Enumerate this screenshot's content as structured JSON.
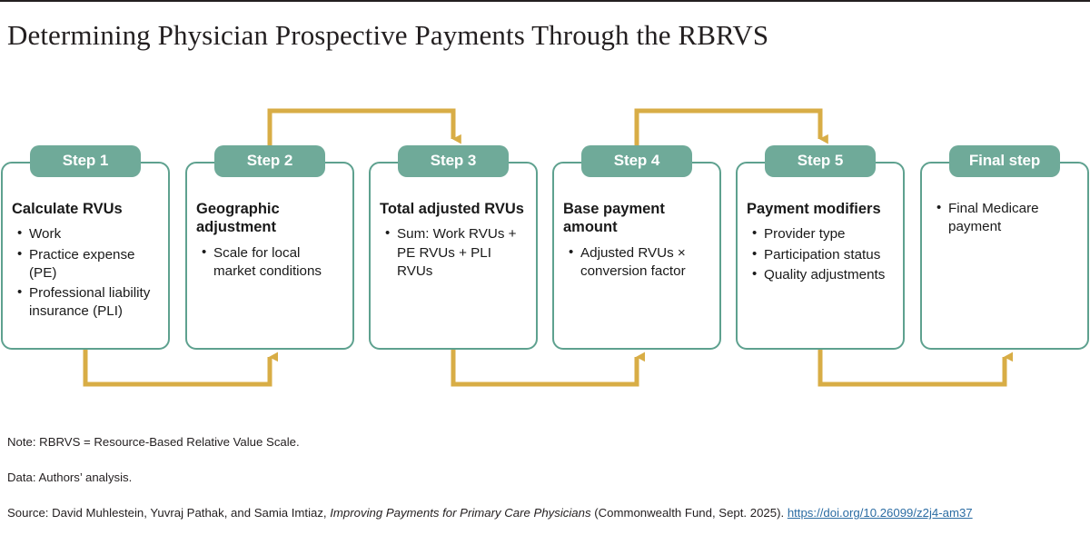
{
  "title": "Determining Physician Prospective Payments Through the RBRVS",
  "colors": {
    "tab_green": "#6faa99",
    "border_green": "#5ea18f",
    "arrow_gold": "#d8ad46",
    "text": "#231f20",
    "link_blue": "#2b6ca3"
  },
  "steps": [
    {
      "tab": "Step 1",
      "heading": "Calculate RVUs",
      "items": [
        "Work",
        "Practice expense (PE)",
        "Professional liability insurance (PLI)"
      ]
    },
    {
      "tab": "Step 2",
      "heading": "Geographic adjustment",
      "items": [
        "Scale for local market conditions"
      ]
    },
    {
      "tab": "Step 3",
      "heading": "Total adjusted RVUs",
      "items": [
        "Sum: Work RVUs + PE RVUs + PLI RVUs"
      ]
    },
    {
      "tab": "Step 4",
      "heading": "Base payment amount",
      "items": [
        "Adjusted RVUs × conversion factor"
      ]
    },
    {
      "tab": "Step 5",
      "heading": "Payment modifiers",
      "items": [
        "Provider type",
        "Participation status",
        "Quality adjustments"
      ]
    },
    {
      "tab": "Final step",
      "heading": "",
      "items": [
        "Final Medicare payment"
      ]
    }
  ],
  "footer": {
    "note": "Note: RBRVS = Resource-Based Relative Value Scale.",
    "data": "Data: Authors’ analysis.",
    "source_prefix": "Source: David Muhlestein, Yuvraj Pathak, and Samia Imtiaz, ",
    "source_italic": "Improving Payments for Primary Care Physicians",
    "source_middle": " (Commonwealth Fund, Sept. 2025). ",
    "source_link": "https://doi.org/10.26099/z2j4-am37"
  }
}
